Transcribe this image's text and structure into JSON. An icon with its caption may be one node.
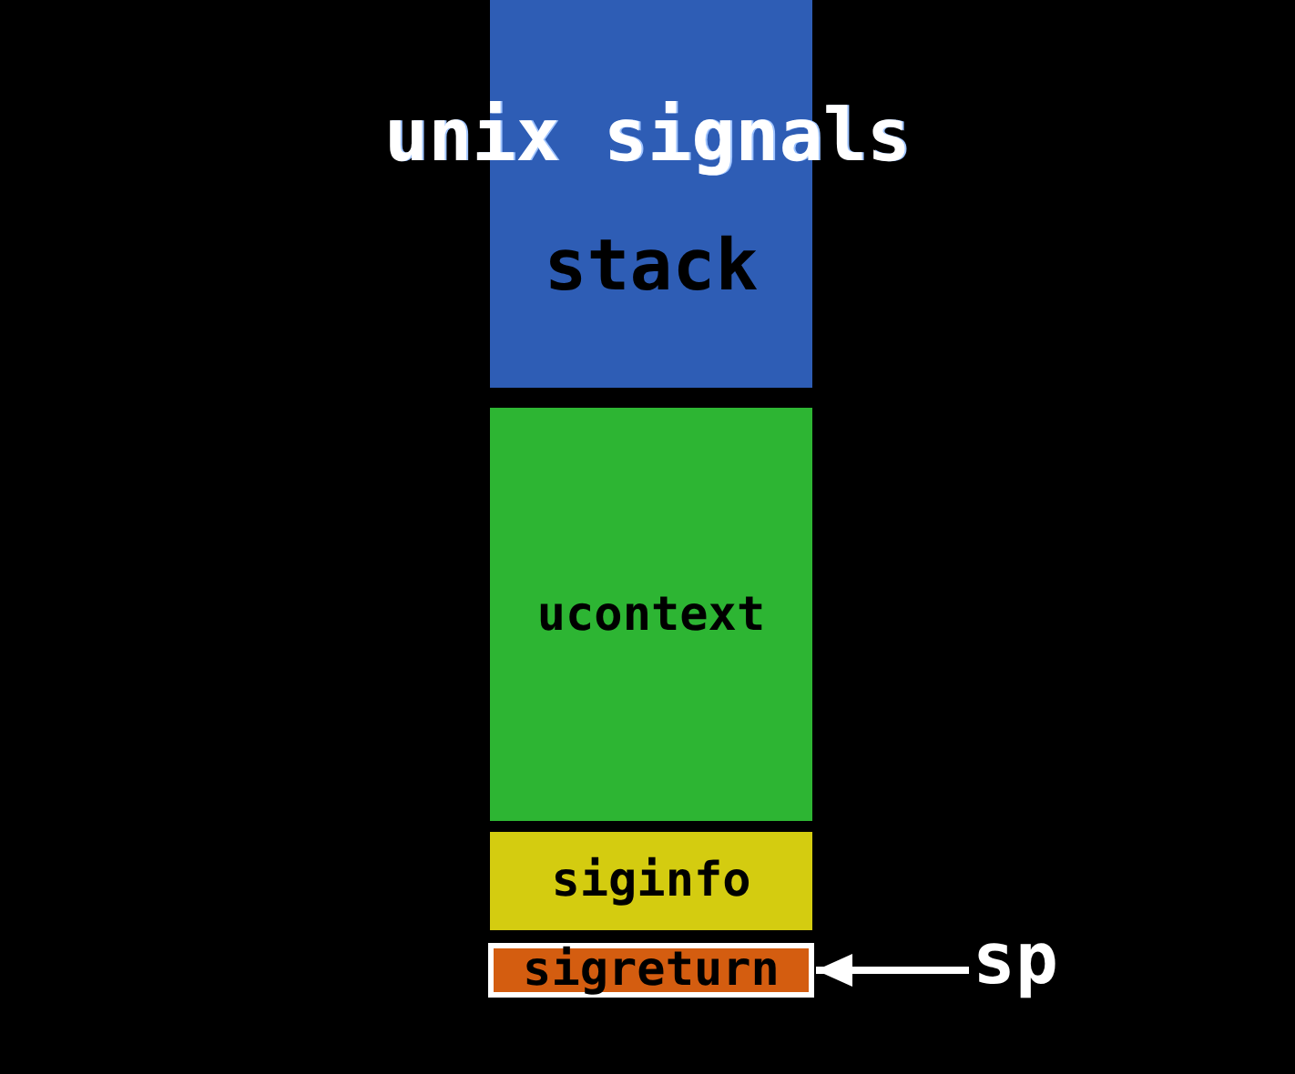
{
  "diagram": {
    "title": "unix signals",
    "nodes": [
      {
        "text": [
          "stack"
        ]
      },
      {
        "text": [
          "ucontext"
        ]
      },
      {
        "text": [
          "siginfo"
        ]
      },
      {
        "text": [
          "sigreturn"
        ]
      },
      {
        "text": [
          "sp"
        ]
      }
    ],
    "edges": [
      {
        "from": 4,
        "to": 3,
        "arrow": "to"
      }
    ]
  }
}
